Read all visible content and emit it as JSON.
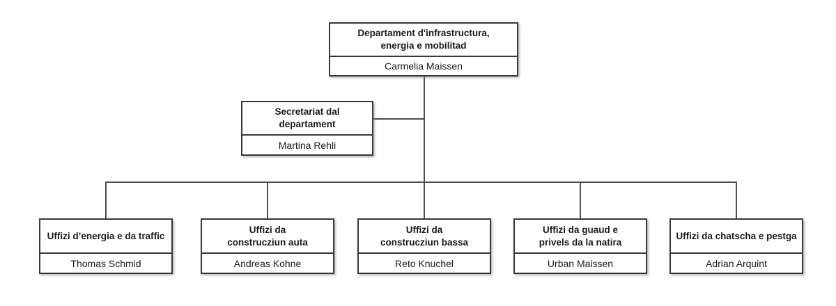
{
  "org_chart": {
    "root": {
      "title": "Departament d'infrastructura,\nenergia e mobilitad",
      "person": "Carmelia Maissen"
    },
    "assistant": {
      "title": "Secretariat dal\ndepartament",
      "person": "Martina Rehli"
    },
    "offices": [
      {
        "title": "Uffizi d’energia e da traffic",
        "person": "Thomas Schmid"
      },
      {
        "title": "Uffizi da\nconstrucziun auta",
        "person": "Andreas Kohne"
      },
      {
        "title": "Uffizi da\nconstrucziun bassa",
        "person": "Reto Knuchel"
      },
      {
        "title": "Uffizi da guaud e\nprivels da la natira",
        "person": "Urban Maissen"
      },
      {
        "title": "Uffizi da chatscha e pestga",
        "person": "Adrian Arquint"
      }
    ],
    "colors": {
      "box_border": "#383838",
      "connector": "#4d4d4d",
      "box_fill": "#ffffff",
      "text": "#1a1a1a"
    }
  }
}
